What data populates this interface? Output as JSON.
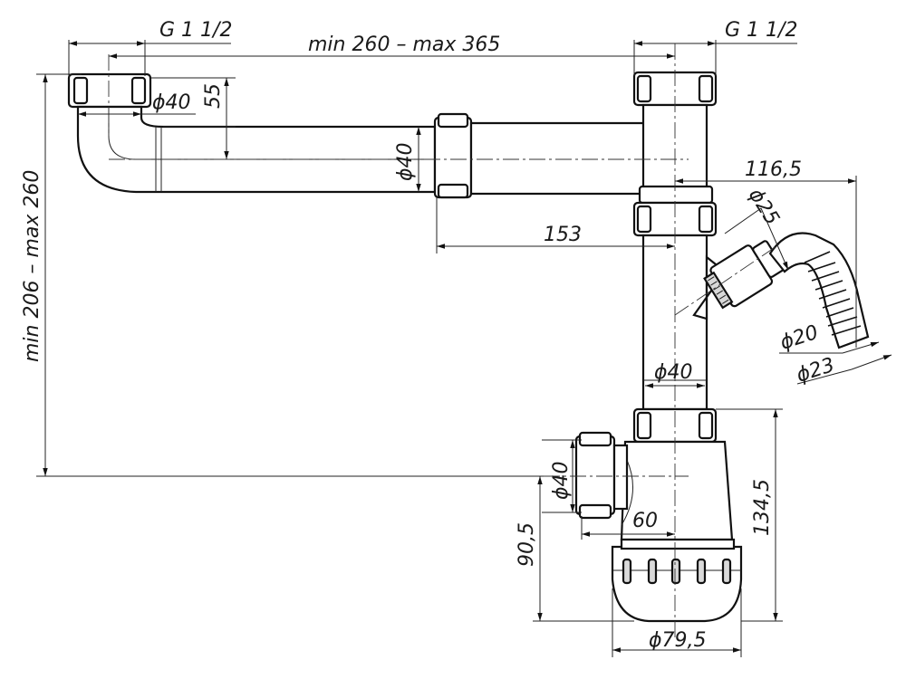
{
  "dimensions": {
    "thread_left": "G 1 1/2",
    "thread_right": "G 1 1/2",
    "length_range": "min 260 – max 365",
    "height_range": "min 206 – max 260",
    "dia_inlet_left": "ϕ40",
    "offset_55": "55",
    "dia_horizontal_pipe": "ϕ40",
    "dist_153": "153",
    "dist_116_5": "116,5",
    "dia_25": "ϕ25",
    "dia_20": "ϕ20",
    "dia_23": "ϕ23",
    "dia_vertical_pipe": "ϕ40",
    "dia_side_outlet": "ϕ40",
    "dist_60": "60",
    "height_90_5": "90,5",
    "height_134_5": "134,5",
    "dia_bottle": "ϕ79,5"
  }
}
